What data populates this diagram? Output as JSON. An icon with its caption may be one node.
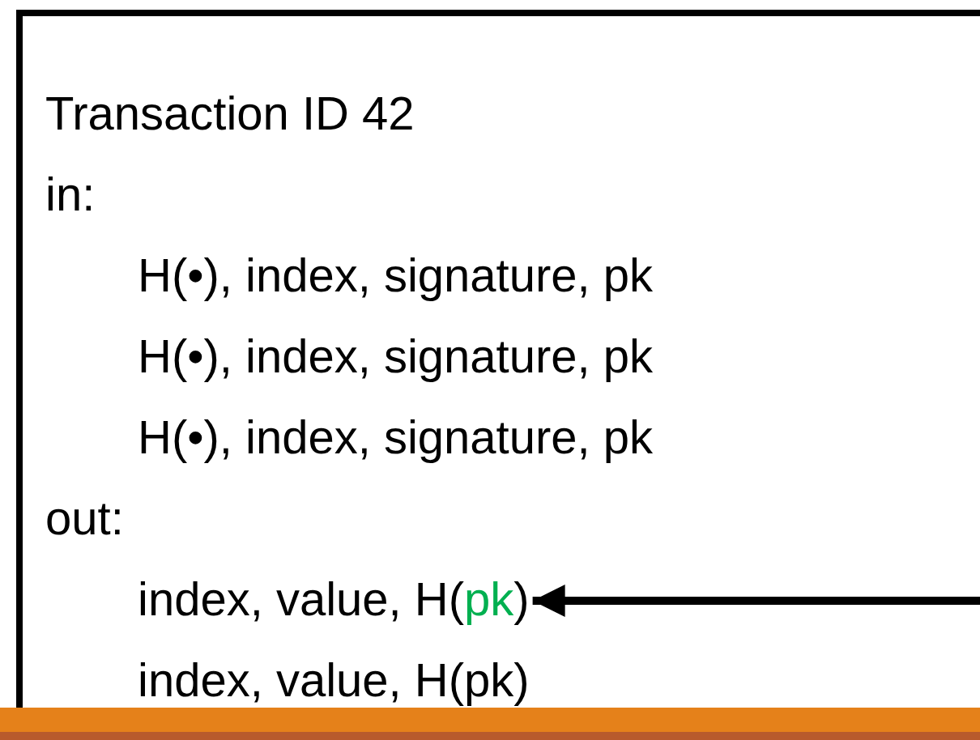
{
  "diagram": {
    "nodes": [
      {
        "text": [
          "Transaction ID  42",
          "in:",
          "H(•), index, signature, pk",
          "H(•), index, signature, pk",
          "H(•), index, signature, pk",
          "out:",
          "index, value, H(pk)"
        ]
      },
      {
        "text": [
          "index, value, H(*pk*)"
        ],
        "in": 0
      }
    ],
    "edges": [
      {
        "from": null,
        "to": 1,
        "arrow": "to"
      }
    ]
  }
}
